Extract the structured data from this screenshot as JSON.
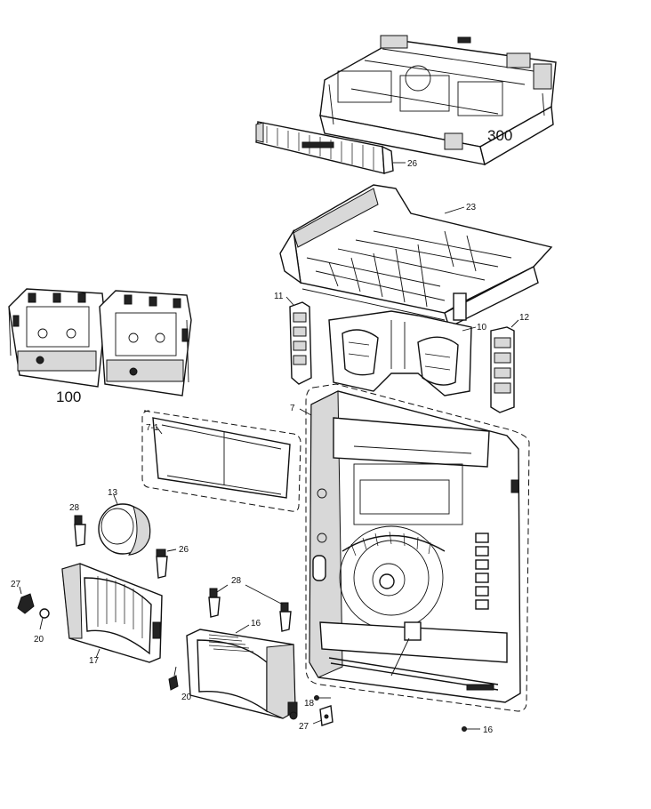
{
  "labels": {
    "l300": "300",
    "l26a": "26",
    "l23": "23",
    "l100": "100",
    "l11": "11",
    "l10": "10",
    "l12": "12",
    "l7": "7",
    "l71": "7-1",
    "l13": "13",
    "l28a": "28",
    "l26b": "26",
    "l28b": "28",
    "l27a": "27",
    "l20a": "20",
    "l17": "17",
    "l16": "16",
    "l20b": "20",
    "l18": "18",
    "l27b": "27",
    "l16b": "16"
  }
}
